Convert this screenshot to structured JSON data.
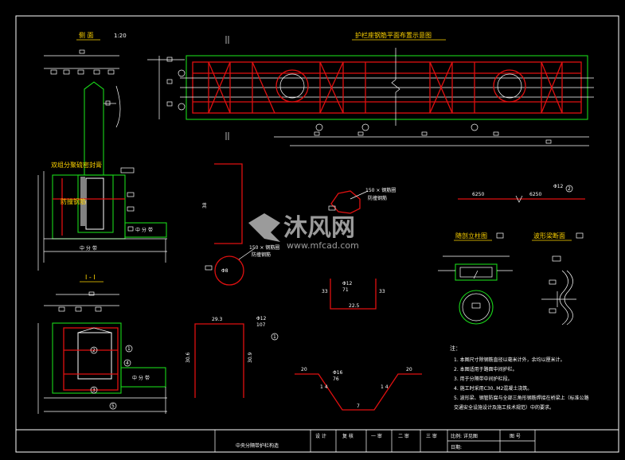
{
  "titles": {
    "side_view": "侧 面",
    "side_scale": "1:20",
    "plan_view": "护栏座钢筋平面布置示意图",
    "section_1_1": "I - I",
    "column_detail": "随剖立柱图",
    "beam_section": "波形梁断面"
  },
  "labels": {
    "drain_material": "双组分聚硫密封膏",
    "anti_collision": "防撞钢筋",
    "center_line": "中 分 带",
    "side_center": "中 分 带",
    "road_mark": "中 分 带",
    "rebar_a": "150 × 钢筋圈",
    "rebar_a_sub": "防撞钢筋",
    "rebar_b": "150 × 钢筋圈",
    "rebar_b_sub": "防撞钢筋"
  },
  "dimensions": {
    "d_38": "38",
    "d_29_3": "29.3",
    "d_30_6": "30.6",
    "d_30_9": "30.9",
    "d_33": "33",
    "d_22_5": "22.5",
    "d_20a": "20",
    "d_20b": "20",
    "d_7": "7",
    "d_6250_left": "6250",
    "d_6250_right": "6250",
    "d_1_4a": "1 4",
    "d_1_4b": "1 4",
    "bar_phi12_a": "Φ12",
    "bar_phi12_a_len": "107",
    "bar_phi12_b": "Φ12",
    "bar_phi12_b_len": "71",
    "bar_phi12_c": "Φ12",
    "bar_phi16": "Φ16",
    "bar_phi16_len": "76",
    "bar_phi8": "Φ8"
  },
  "markers": {
    "m1": "1",
    "m2": "2",
    "m3": "3",
    "m4": "4",
    "m5": "5"
  },
  "notes": {
    "heading": "注：",
    "items": [
      "1. 本图尺寸除钢筋直径以毫米计外，余均以厘米计。",
      "2. 本图适用于路面中间护栏。",
      "3. 用于分隔带中间护栏段。",
      "4. 施工时采用C30, M2混凝土浇筑。",
      "5. 波形梁、钢管防腐与全部三角形钢筋焊接在桥梁上（标准公路",
      "   交通安全设施设计及施工技术规范）中的要求。"
    ]
  },
  "title_block": {
    "drawing_name": "中央分隔带护栏构造",
    "design": "设 计",
    "review": "复 核",
    "check1": "一 审",
    "check2": "二 审",
    "check3": "三 审",
    "scale": "比例: 详见图",
    "drawing_no": "图 号",
    "date": "日期:"
  },
  "watermark": {
    "brand": "沐风网",
    "url": "www.mfcad.com"
  },
  "colors": {
    "background": "#000000",
    "line_white": "#ffffff",
    "line_red": "#e01010",
    "line_green": "#19d719",
    "text_yellow": "#ffd400"
  }
}
